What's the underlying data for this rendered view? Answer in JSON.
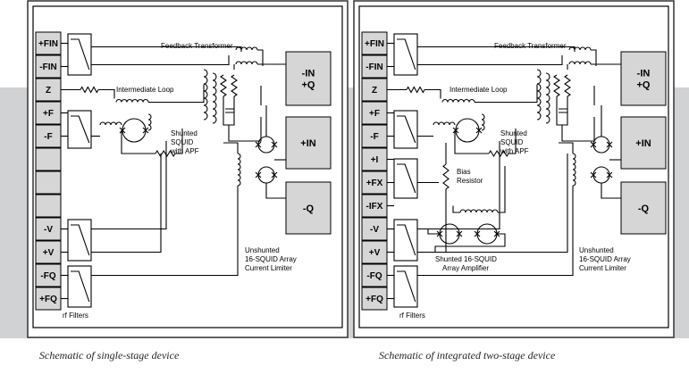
{
  "captions": {
    "left": "Schematic of single-stage device",
    "right": "Schematic of  integrated two-stage device"
  },
  "left": {
    "pins": [
      "+FIN",
      "-FIN",
      "Z",
      "+F",
      "-F",
      "",
      "",
      "",
      "-V",
      "+V",
      "-FQ",
      "+FQ"
    ],
    "outputs": [
      "-IN\n+Q",
      "+IN",
      "-Q"
    ],
    "labels": {
      "feedback_transformer": "Feedback Transformer",
      "intermediate_loop": "Intermediate Loop",
      "squid_line1": "Shunted",
      "squid_line2": "SQUID",
      "squid_line3": "with APF",
      "limiter_line1": "Unshunted",
      "limiter_line2": "16-SQUID Array",
      "limiter_line3": "Current Limiter",
      "rf_filters": "rf Filters"
    }
  },
  "right": {
    "pins": [
      "+FIN",
      "-FIN",
      "Z",
      "+F",
      "-F",
      "+I",
      "+FX",
      "-IFX",
      "-V",
      "+V",
      "-FQ",
      "+FQ"
    ],
    "outputs": [
      "-IN\n+Q",
      "+IN",
      "-Q"
    ],
    "labels": {
      "feedback_transformer": "Feedback Transformer",
      "intermediate_loop": "Intermediate Loop",
      "squid_line1": "Shunted",
      "squid_line2": "SQUID",
      "squid_line3": "with APF",
      "bias_line1": "Bias",
      "bias_line2": "Resistor",
      "amp_line1": "Shunted 16-SQUID",
      "amp_line2": "Array Amplifier",
      "limiter_line1": "Unshunted",
      "limiter_line2": "16-SQUID Array",
      "limiter_line3": "Current Limiter",
      "rf_filters": "rf Filters"
    }
  }
}
